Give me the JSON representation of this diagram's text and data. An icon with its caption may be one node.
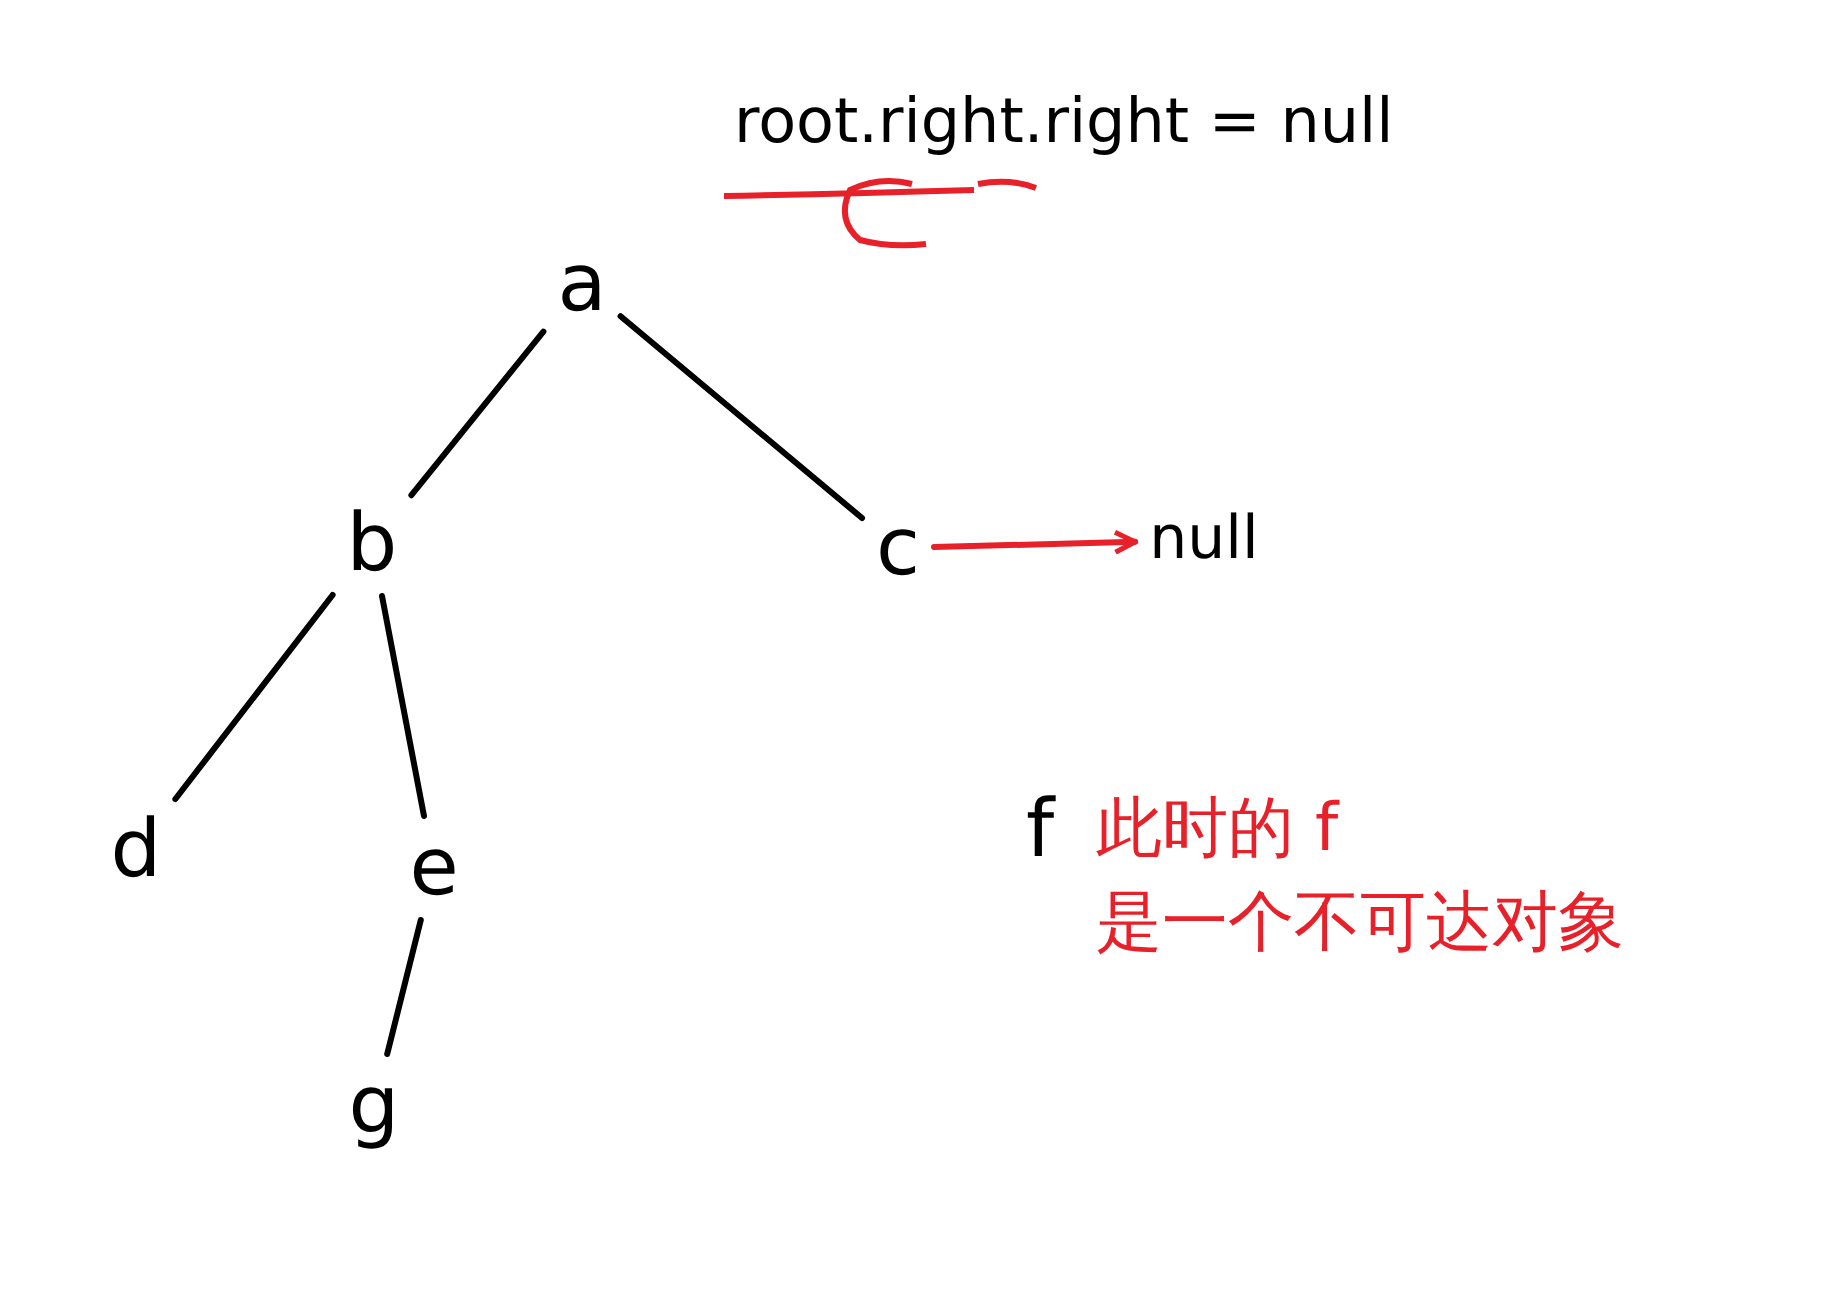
{
  "diagram": {
    "nodes": [
      {
        "text": [
          "a"
        ]
      },
      {
        "text": [
          "b"
        ]
      },
      {
        "text": [
          "c"
        ]
      },
      {
        "text": [
          "d"
        ]
      },
      {
        "text": [
          "e"
        ]
      },
      {
        "text": [
          "g"
        ]
      },
      {
        "text": [
          "f"
        ],
        "beside": [
          "此时的 f",
          "是一个不可达对象"
        ]
      },
      {
        "text": [
          "null"
        ]
      }
    ],
    "edges": [
      {
        "from": 0,
        "to": 1,
        "arrow": "none"
      },
      {
        "from": 0,
        "to": 2,
        "arrow": "none"
      },
      {
        "from": 1,
        "to": 3,
        "arrow": "none"
      },
      {
        "from": 1,
        "to": 4,
        "arrow": "none"
      },
      {
        "from": 4,
        "to": 5,
        "arrow": "none"
      },
      {
        "from": 2,
        "to": 7,
        "arrow": "to",
        "color": "#e8202a"
      }
    ],
    "labels": [
      "root.right.right = null"
    ]
  }
}
